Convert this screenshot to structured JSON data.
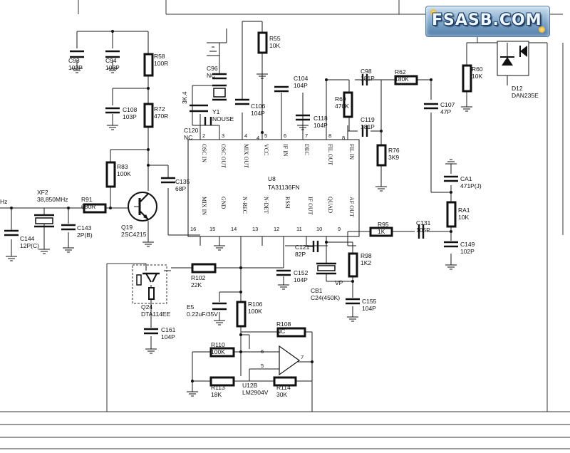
{
  "site_logo": {
    "text": "FSASB.COM"
  },
  "ic": {
    "ref": "U8",
    "part": "TA31136FN"
  },
  "ic_pins_top": [
    {
      "num": "2",
      "name": "OSC IN"
    },
    {
      "num": "3",
      "name": "OSC OUT"
    },
    {
      "num": "4",
      "name": "MIX OUT"
    },
    {
      "num": "5",
      "name": "VCC"
    },
    {
      "num": "6",
      "name": "IF IN"
    },
    {
      "num": "7",
      "name": "DEC"
    },
    {
      "num": "8",
      "name": "FIL OUT"
    },
    {
      "num": "",
      "name": "FIL IN"
    }
  ],
  "ic_pins_bottom": [
    {
      "num": "16",
      "name": "MIX IN"
    },
    {
      "num": "15",
      "name": "GND"
    },
    {
      "num": "14",
      "name": "N-REC"
    },
    {
      "num": "13",
      "name": "N-DET"
    },
    {
      "num": "12",
      "name": "RSSI"
    },
    {
      "num": "11",
      "name": "IF OUT"
    },
    {
      "num": "10",
      "name": "QUAD"
    },
    {
      "num": "9",
      "name": "AF OUT"
    }
  ],
  "components": [
    {
      "ref": "C93",
      "value": "102P"
    },
    {
      "ref": "C94",
      "value": "103P"
    },
    {
      "ref": "R58",
      "value": "100R"
    },
    {
      "ref": "C108",
      "value": "103P"
    },
    {
      "ref": "R72",
      "value": "470R"
    },
    {
      "ref": "C96",
      "value": "NC"
    },
    {
      "ref": "Y1",
      "value": "NOUSE"
    },
    {
      "ref": "C120",
      "value": "NC"
    },
    {
      "ref": "R55",
      "value": "10K"
    },
    {
      "ref": "C106",
      "value": "104P"
    },
    {
      "ref": "C104",
      "value": "104P"
    },
    {
      "ref": "C118",
      "value": "104P"
    },
    {
      "ref": "C98",
      "value": "181P"
    },
    {
      "ref": "R69",
      "value": "470K"
    },
    {
      "ref": "C119",
      "value": "181P"
    },
    {
      "ref": "R62",
      "value": "180K"
    },
    {
      "ref": "R76",
      "value": "3K9"
    },
    {
      "ref": "C107",
      "value": "47P"
    },
    {
      "ref": "R60",
      "value": "10K"
    },
    {
      "ref": "D12",
      "value": "DAN235E"
    },
    {
      "ref": "CA1",
      "value": "471P(J)"
    },
    {
      "ref": "RA1",
      "value": "10K"
    },
    {
      "ref": "R83",
      "value": "100K"
    },
    {
      "ref": "C135",
      "value": "68P"
    },
    {
      "ref": "XF2",
      "value": "38,850MHz"
    },
    {
      "ref": "R91",
      "value": "680R"
    },
    {
      "ref": "Q19",
      "value": "2SC4215"
    },
    {
      "ref": "C144",
      "value": "12P(C)"
    },
    {
      "ref": "C143",
      "value": "2P(B)"
    },
    {
      "ref": "R95",
      "value": "1K"
    },
    {
      "ref": "C131",
      "value": "105P"
    },
    {
      "ref": "C149",
      "value": "102P"
    },
    {
      "ref": "C121",
      "value": "82P"
    },
    {
      "ref": "C152",
      "value": "104P"
    },
    {
      "ref": "R98",
      "value": "1K2"
    },
    {
      "ref": "CB1",
      "value": "C24(450K)"
    },
    {
      "ref": "C155",
      "value": "104P"
    },
    {
      "ref": "R102",
      "value": "22K"
    },
    {
      "ref": "Q24",
      "value": "DTA114EE"
    },
    {
      "ref": "C161",
      "value": "104P"
    },
    {
      "ref": "E5",
      "value": "0.22uF/35V"
    },
    {
      "ref": "R106",
      "value": "100K"
    },
    {
      "ref": "R108",
      "value": "NC"
    },
    {
      "ref": "R110",
      "value": "100K"
    },
    {
      "ref": "R113",
      "value": "18K"
    },
    {
      "ref": "R114",
      "value": "30K"
    },
    {
      "ref": "U12B",
      "value": "LM2904V"
    }
  ],
  "misc": {
    "freq_stub": "Hz",
    "side_note": "3K.4",
    "vp_label": "VP",
    "opamp_pin_6": "6",
    "opamp_pin_5": "5",
    "opamp_pin_7": "7",
    "q_pin_8": "8",
    "q_pin_4": "4"
  }
}
